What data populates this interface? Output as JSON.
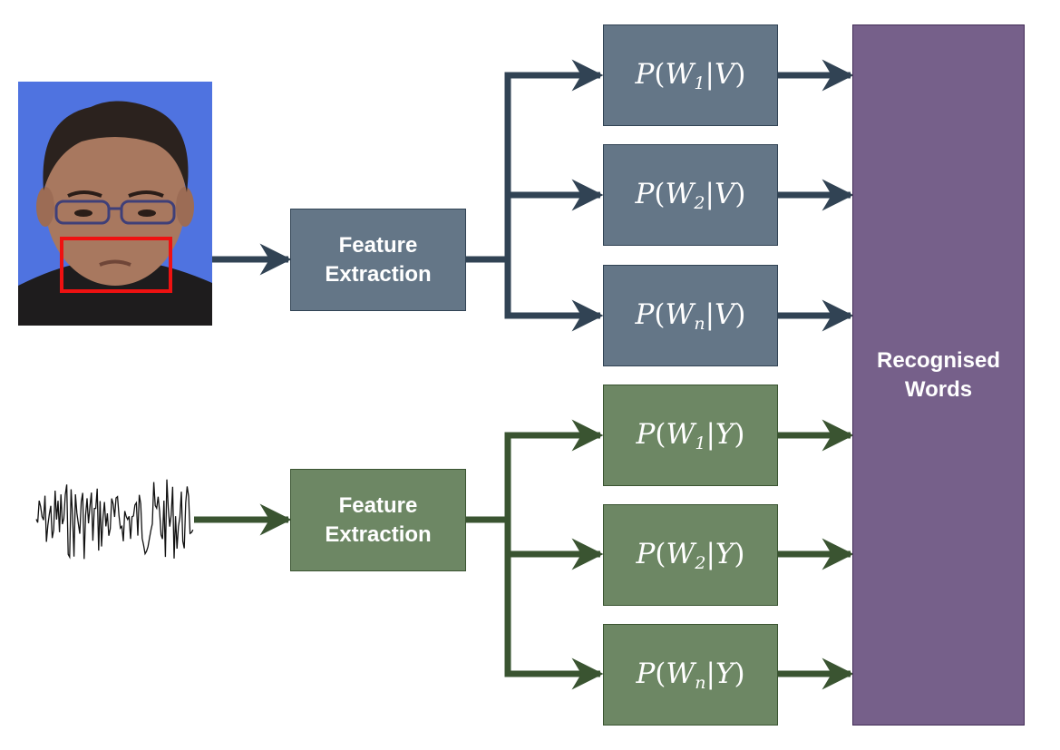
{
  "visual_stream": {
    "input_image": "face-photo",
    "roi_label": "mouth-region",
    "feature_extraction": "Feature\nExtraction",
    "outputs": [
      {
        "p": "P",
        "w": "W",
        "sub": "1",
        "cond": "V"
      },
      {
        "p": "P",
        "w": "W",
        "sub": "2",
        "cond": "V"
      },
      {
        "p": "P",
        "w": "W",
        "sub": "n",
        "cond": "V"
      }
    ]
  },
  "audio_stream": {
    "input_image": "audio-waveform",
    "feature_extraction": "Feature\nExtraction",
    "outputs": [
      {
        "p": "P",
        "w": "W",
        "sub": "1",
        "cond": "Y"
      },
      {
        "p": "P",
        "w": "W",
        "sub": "2",
        "cond": "Y"
      },
      {
        "p": "P",
        "w": "W",
        "sub": "n",
        "cond": "Y"
      }
    ]
  },
  "output": {
    "label": "Recognised\nWords"
  },
  "colors": {
    "visual_fill": "#647687",
    "visual_arrow": "#314354",
    "audio_fill": "#6d8764",
    "audio_arrow": "#3a5431",
    "output_fill": "#76608a",
    "roi_box": "#ee1111"
  }
}
